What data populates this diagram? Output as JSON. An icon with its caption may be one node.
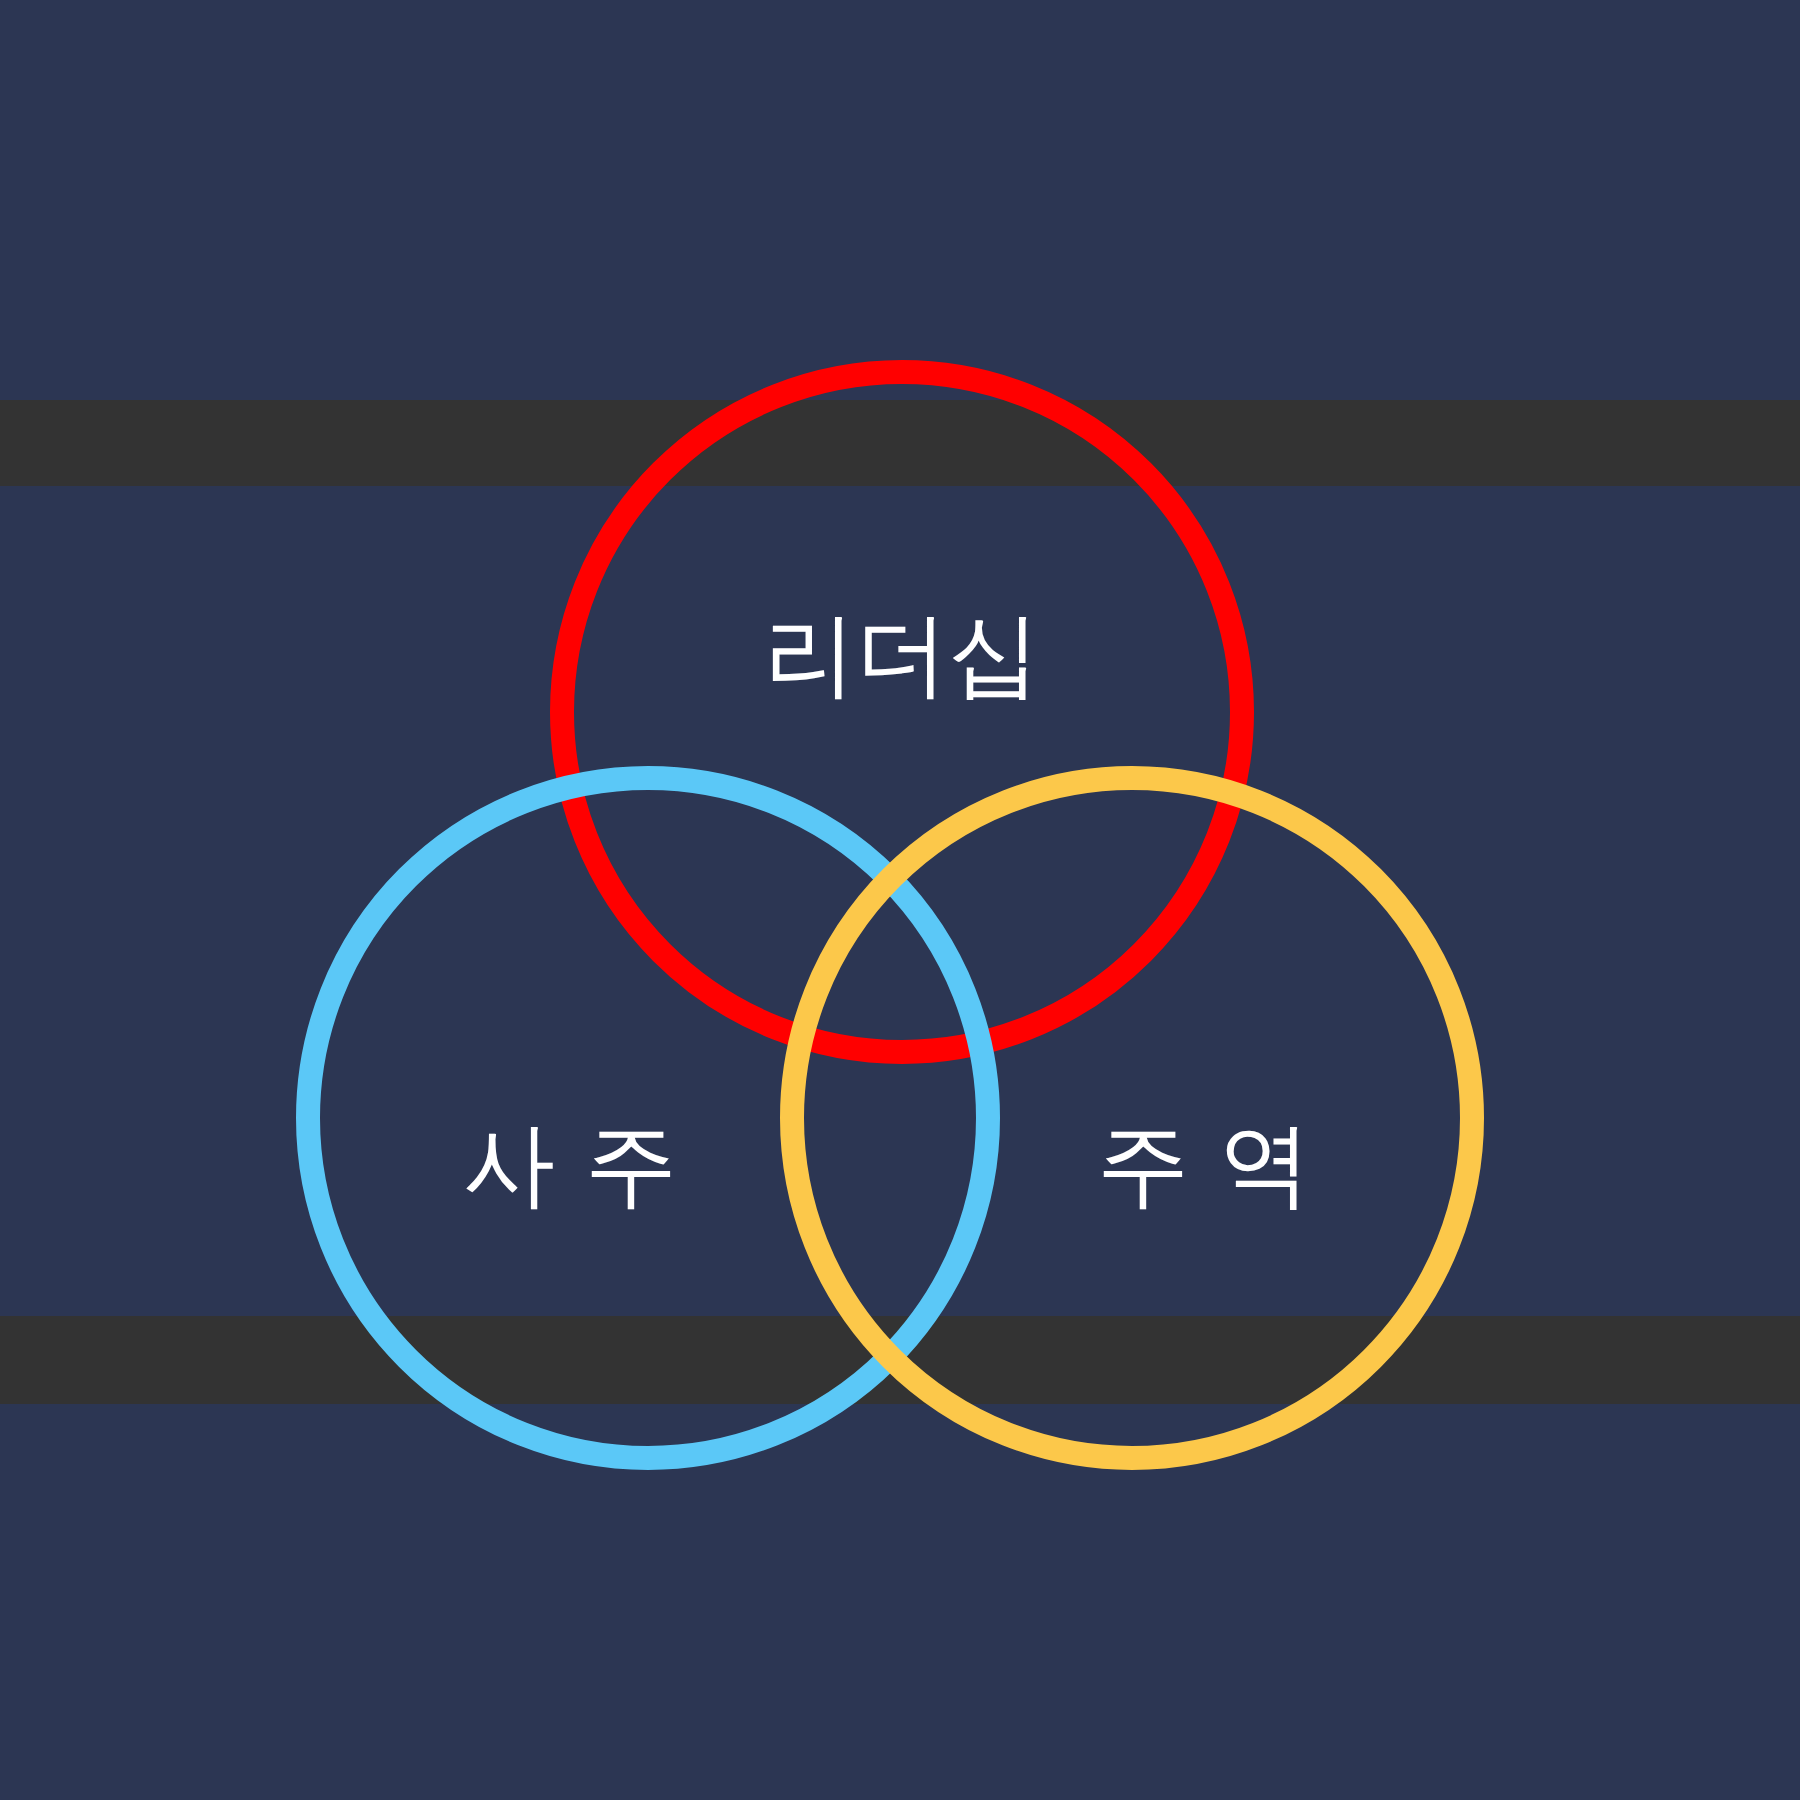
{
  "diagram": {
    "nodes": [
      {
        "text": [],
        "shape": "bar"
      },
      {
        "text": [
          "리더십"
        ]
      },
      {
        "text": [
          "사 주"
        ]
      },
      {
        "text": [
          "주 역"
        ]
      },
      {
        "text": [],
        "shape": "bar"
      }
    ]
  }
}
